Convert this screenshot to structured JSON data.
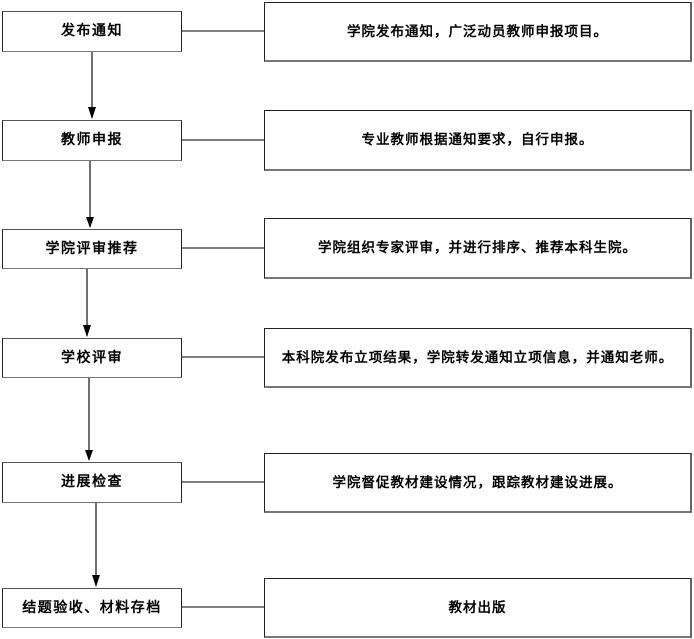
{
  "flowchart": {
    "steps": [
      {
        "label": "发布通知",
        "description": "学院发布通知，广泛动员教师申报项目。"
      },
      {
        "label": "教师申报",
        "description": "专业教师根据通知要求，自行申报。"
      },
      {
        "label": "学院评审推荐",
        "description": "学院组织专家评审，并进行排序、推荐本科生院。"
      },
      {
        "label": "学校评审",
        "description": "本科院发布立项结果，学院转发通知立项信息，并通知老师。"
      },
      {
        "label": "进展检查",
        "description": "学院督促教材建设情况，跟踪教材建设进展。"
      },
      {
        "label": "结题验收、材料存档",
        "description": "教材出版"
      }
    ],
    "colors": {
      "stroke": "#222222",
      "background": "#ffffff"
    }
  }
}
